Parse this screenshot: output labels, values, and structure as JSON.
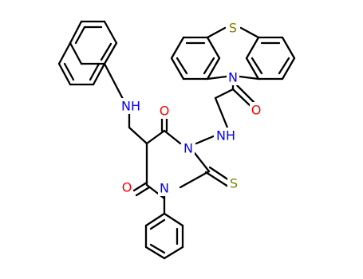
{
  "atoms": {
    "S1": {
      "text": "S",
      "color": "#808000"
    },
    "N10": {
      "text": "N",
      "color": "#0000ff"
    },
    "O_acyl": {
      "text": "O",
      "color": "#ff0000"
    },
    "NH_link": {
      "text": "NH",
      "color": "#0000ff"
    },
    "NH_naph": {
      "text": "NH",
      "color": "#0000ff"
    },
    "O6": {
      "text": "O",
      "color": "#ff0000"
    },
    "N1": {
      "text": "N",
      "color": "#0000ff"
    },
    "S_thio": {
      "text": "S",
      "color": "#808000"
    },
    "N3": {
      "text": "N",
      "color": "#0000ff"
    },
    "O4": {
      "text": "O",
      "color": "#ff0000"
    }
  },
  "colors": {
    "bond": "#000000",
    "background": "#ffffff"
  }
}
